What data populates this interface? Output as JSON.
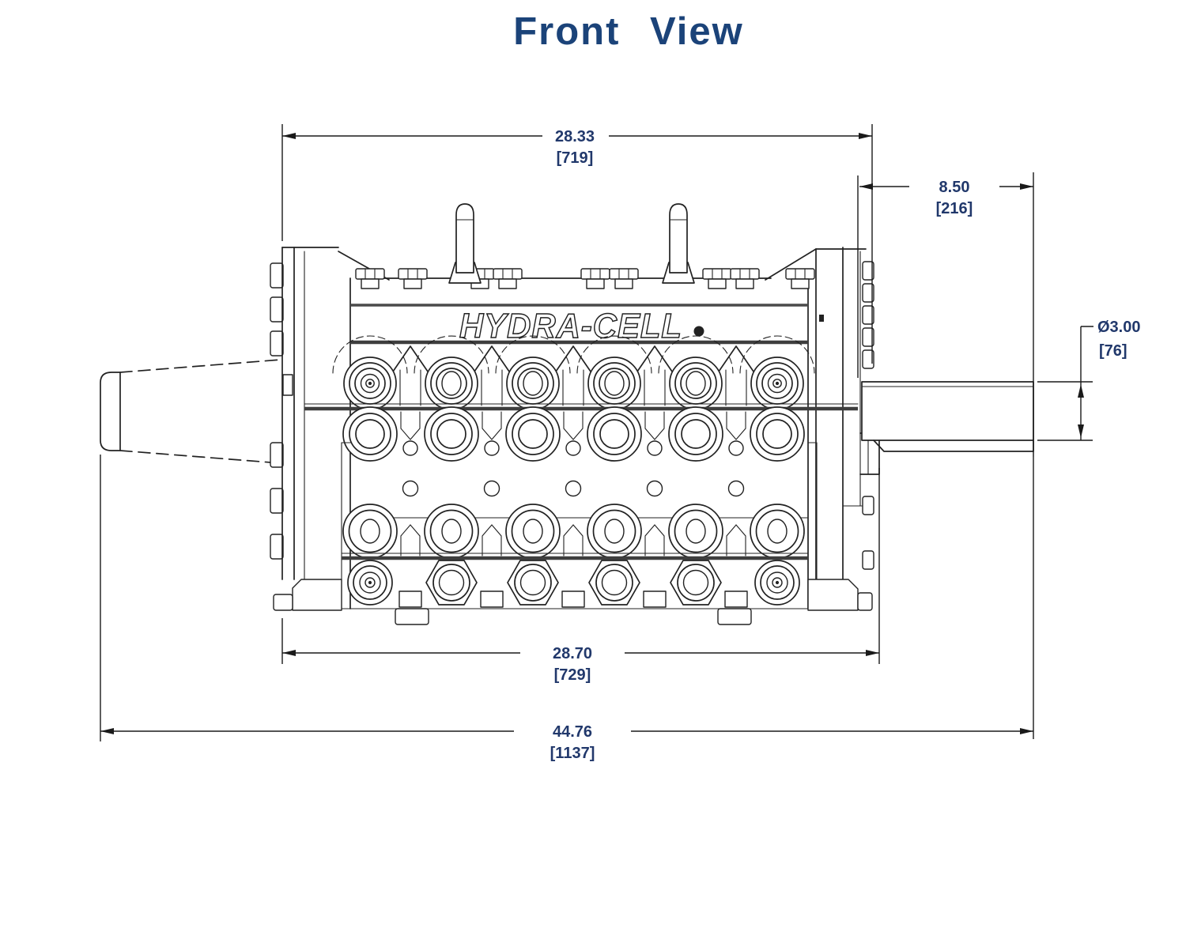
{
  "title": "Front View",
  "logo": {
    "text": "HYDRA-CELL",
    "mark": "registered-dot"
  },
  "dimensions": {
    "top_width": {
      "value": "28.33",
      "mm": "[719]"
    },
    "shaft_length": {
      "value": "8.50",
      "mm": "[216]"
    },
    "shaft_diameter": {
      "value": "Ø3.00",
      "mm": "[76]"
    },
    "body_width": {
      "value": "28.70",
      "mm": "[729]"
    },
    "overall_length": {
      "value": "44.76",
      "mm": "[1137]"
    }
  },
  "colors": {
    "title_text": "#1b4379",
    "dimension_text": "#21386b",
    "drawing_line": "#222222"
  }
}
